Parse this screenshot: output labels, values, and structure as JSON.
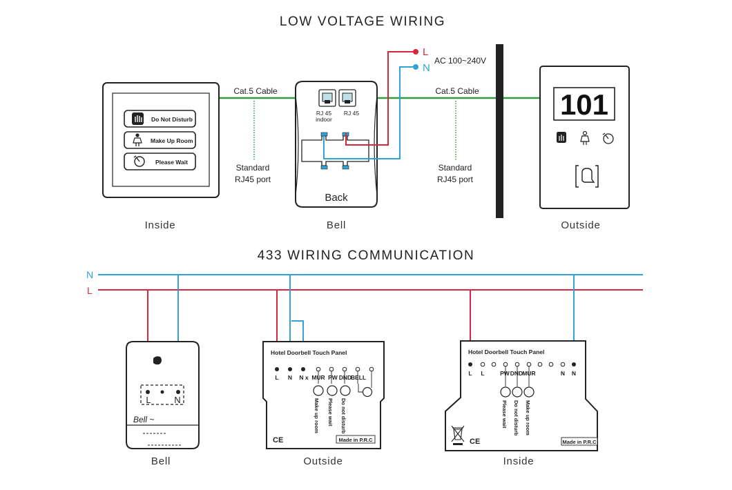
{
  "colors": {
    "live_wire": "#d8263f",
    "neutral_wire": "#2fa3d6",
    "cat5_cable": "#2f9a3f",
    "outline": "#222222"
  },
  "low_voltage": {
    "title": "LOW VOLTAGE WIRING",
    "inside_panel": {
      "buttons": [
        "Do Not Disturb",
        "Make Up Room",
        "Please Wait"
      ],
      "icons": [
        "hand-icon",
        "maid-icon",
        "clock-icon"
      ],
      "caption": "Inside"
    },
    "cable_left": {
      "label": "Cat.5 Cable",
      "port_line1": "Standard",
      "port_line2": "RJ45 port"
    },
    "cable_right": {
      "label": "Cat.5 Cable",
      "port_line1": "Standard",
      "port_line2": "RJ45 port"
    },
    "bell": {
      "port1_line1": "RJ 45",
      "port1_line2": "indoor",
      "port2": "RJ 45",
      "back_label": "Back",
      "caption": "Bell"
    },
    "power": {
      "live": "L",
      "neutral": "N",
      "voltage": "AC 100~240V"
    },
    "outside_panel": {
      "room_number": "101",
      "caption": "Outside"
    }
  },
  "wiring_433": {
    "title": "433 WIRING COMMUNICATION",
    "bus": {
      "neutral": "N",
      "live": "L"
    },
    "bell": {
      "terminal_l": "L",
      "terminal_n": "N",
      "brand": "Bell ~",
      "caption": "Bell"
    },
    "outside_module": {
      "title": "Hotel Doorbell Touch Panel",
      "terminals": [
        "L",
        "N",
        "N x"
      ],
      "function_labels": [
        "MUR",
        "PW",
        "DND",
        "BELL"
      ],
      "vertical_labels": [
        "Make up room",
        "Please wait",
        "Do not disturb"
      ],
      "ce": "CE",
      "made_in": "Made in P.R.C",
      "caption": "Outside"
    },
    "inside_module": {
      "title": "Hotel Doorbell Touch Panel",
      "terminals_left": [
        "L",
        "L"
      ],
      "function_labels": [
        "PW",
        "DND",
        "MUR"
      ],
      "vertical_labels": [
        "Please wait",
        "Do not disturb",
        "Make up room"
      ],
      "terminals_right": [
        "N",
        "N"
      ],
      "ce": "CE",
      "made_in": "Made in P.R.C",
      "caption": "Inside"
    }
  }
}
